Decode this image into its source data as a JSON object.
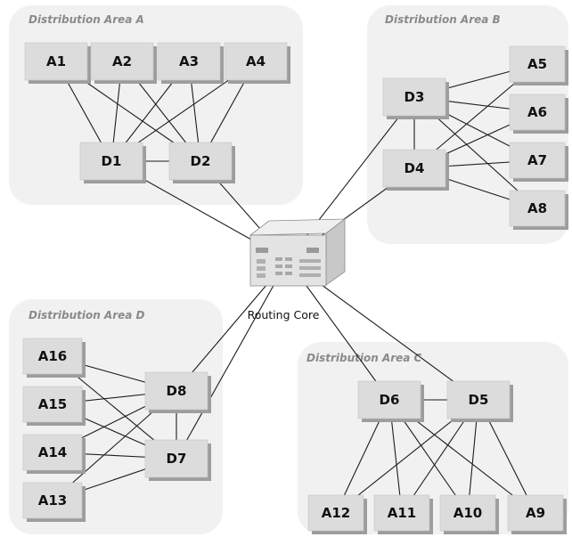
{
  "diagram": {
    "areas": {
      "a": "Distribution Area A",
      "b": "Distribution Area B",
      "c": "Distribution Area C",
      "d": "Distribution Area D"
    },
    "core": {
      "label": "Routing Core"
    },
    "nodes": {
      "A1": "A1",
      "A2": "A2",
      "A3": "A3",
      "A4": "A4",
      "A5": "A5",
      "A6": "A6",
      "A7": "A7",
      "A8": "A8",
      "A9": "A9",
      "A10": "A10",
      "A11": "A11",
      "A12": "A12",
      "A13": "A13",
      "A14": "A14",
      "A15": "A15",
      "A16": "A16",
      "D1": "D1",
      "D2": "D2",
      "D3": "D3",
      "D4": "D4",
      "D5": "D5",
      "D6": "D6",
      "D7": "D7",
      "D8": "D8"
    },
    "links": [
      [
        "A1",
        "D1"
      ],
      [
        "A1",
        "D2"
      ],
      [
        "A2",
        "D1"
      ],
      [
        "A2",
        "D2"
      ],
      [
        "A3",
        "D1"
      ],
      [
        "A3",
        "D2"
      ],
      [
        "A4",
        "D1"
      ],
      [
        "A4",
        "D2"
      ],
      [
        "D1",
        "D2"
      ],
      [
        "D3",
        "A5"
      ],
      [
        "D3",
        "A6"
      ],
      [
        "D3",
        "A7"
      ],
      [
        "D3",
        "A8"
      ],
      [
        "D4",
        "A5"
      ],
      [
        "D4",
        "A6"
      ],
      [
        "D4",
        "A7"
      ],
      [
        "D4",
        "A8"
      ],
      [
        "D3",
        "D4"
      ],
      [
        "D6",
        "A12"
      ],
      [
        "D6",
        "A11"
      ],
      [
        "D6",
        "A10"
      ],
      [
        "D6",
        "A9"
      ],
      [
        "D5",
        "A12"
      ],
      [
        "D5",
        "A11"
      ],
      [
        "D5",
        "A10"
      ],
      [
        "D5",
        "A9"
      ],
      [
        "D6",
        "D5"
      ],
      [
        "A16",
        "D8"
      ],
      [
        "A16",
        "D7"
      ],
      [
        "A15",
        "D8"
      ],
      [
        "A15",
        "D7"
      ],
      [
        "A14",
        "D8"
      ],
      [
        "A14",
        "D7"
      ],
      [
        "A13",
        "D8"
      ],
      [
        "A13",
        "D7"
      ],
      [
        "D8",
        "D7"
      ],
      [
        "D1",
        "CORE"
      ],
      [
        "D2",
        "CORE"
      ],
      [
        "D3",
        "CORE"
      ],
      [
        "D4",
        "CORE"
      ],
      [
        "D5",
        "CORE"
      ],
      [
        "D6",
        "CORE"
      ],
      [
        "D7",
        "CORE"
      ],
      [
        "D8",
        "CORE"
      ]
    ]
  }
}
